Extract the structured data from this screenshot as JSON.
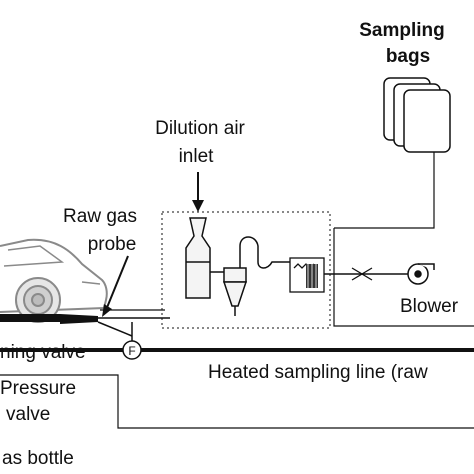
{
  "labels": {
    "sampling_bags": [
      "Sampling",
      "bags"
    ],
    "dilution_air": [
      "Dilution air",
      "inlet"
    ],
    "raw_gas_probe": [
      "Raw gas",
      "probe"
    ],
    "blower": "Blower",
    "heated_line": "Heated sampling line (raw",
    "valve_left": "ning valve",
    "pressure": [
      "Pressure",
      "valve"
    ],
    "gas_bottle": "as bottle",
    "flow_meter": "F"
  },
  "colors": {
    "line": "#111111",
    "car": "#8a8a8a",
    "bag_fill": "#ffffff"
  }
}
